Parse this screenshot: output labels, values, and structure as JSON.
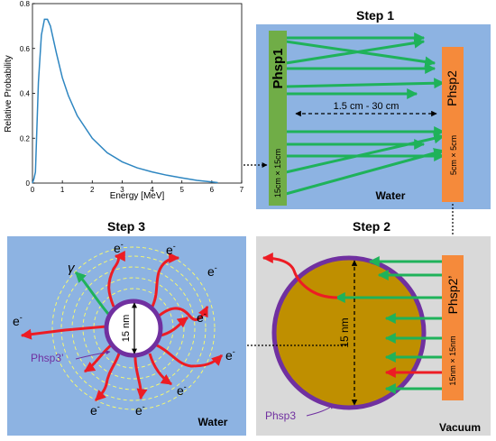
{
  "chart": {
    "ylabel": "Relative Probability",
    "xlabel": "Energy [MeV]",
    "xticks": [
      "0",
      "1",
      "2",
      "3",
      "4",
      "5",
      "6",
      "7"
    ],
    "yticks": [
      "0",
      "0.2",
      "0.4",
      "0.6",
      "0.8"
    ]
  },
  "step1": {
    "title": "Step 1",
    "phsp1_label": "Phsp1",
    "phsp1_size": "15cm × 15cm",
    "phsp2_label": "Phsp2",
    "phsp2_size": "5cm × 5cm",
    "distance": "1.5 cm - 30 cm",
    "medium": "Water"
  },
  "step2": {
    "title": "Step 2",
    "phsp_label": "Phsp2’",
    "phsp_size": "15nm × 15nm",
    "diameter": "15 nm",
    "sphere_label": "Phsp3",
    "medium": "Vacuum"
  },
  "step3": {
    "title": "Step 3",
    "gamma": "γ",
    "electron": "e",
    "electron_sup": "-",
    "diameter": "15 nm",
    "sphere_label": "Phsp3’",
    "medium": "Water"
  },
  "chart_data": {
    "type": "line",
    "xlabel": "Energy [MeV]",
    "ylabel": "Relative Probability",
    "xlim": [
      0,
      7
    ],
    "ylim": [
      0,
      0.8
    ],
    "series": [
      {
        "x": [
          0,
          0.05,
          0.1,
          0.2,
          0.3,
          0.4,
          0.5,
          0.6,
          0.7,
          0.8,
          1.0,
          1.2,
          1.5,
          2.0,
          2.5,
          3.0,
          3.5,
          4.0,
          4.5,
          5.0,
          5.5,
          6.0,
          6.2
        ],
        "y": [
          0,
          0.02,
          0.05,
          0.45,
          0.66,
          0.73,
          0.73,
          0.7,
          0.64,
          0.58,
          0.47,
          0.39,
          0.3,
          0.2,
          0.135,
          0.095,
          0.068,
          0.05,
          0.035,
          0.023,
          0.012,
          0.005,
          0.002
        ]
      }
    ]
  },
  "colors": {
    "water_bg": "#8db3e2",
    "vacuum_bg": "#d9d9d9",
    "phsp1_green": "#70ad47",
    "phsp2_orange": "#f58a3b",
    "arrow_green": "#1fb25a",
    "arrow_red": "#ed1c24",
    "sphere_gold": "#bf8f00",
    "sphere_purple": "#7030a0",
    "curve_blue": "#2e86c1"
  }
}
